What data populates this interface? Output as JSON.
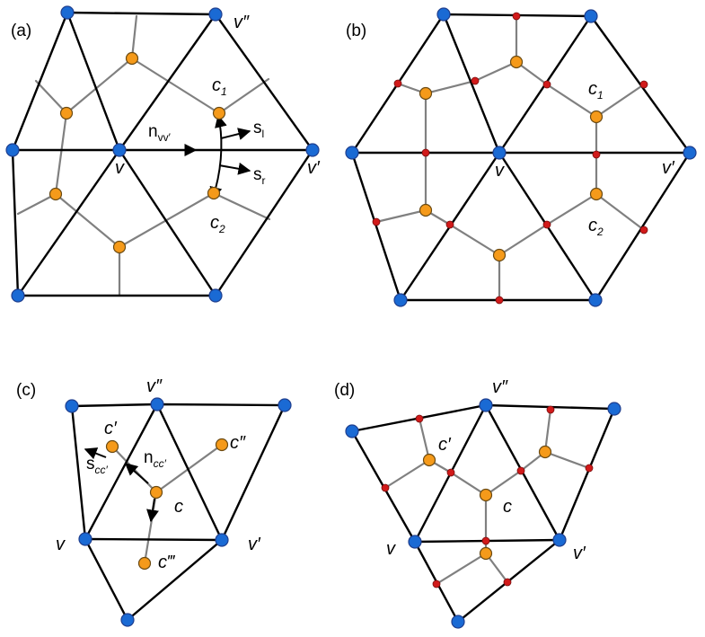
{
  "colors": {
    "vertex": "#1a6ad4",
    "centroid": "#f59a1a",
    "midpoint": "#d11a1a"
  },
  "panels": {
    "a": {
      "label": "(a)",
      "v": "v",
      "v_prime": "v′",
      "v_dprime": "v″",
      "c1": "c",
      "c1_sub": "1",
      "c2": "c",
      "c2_sub": "2",
      "n_main": "n",
      "n_sub": "vv′",
      "sl_main": "s",
      "sl_sub": "l",
      "sr_main": "s",
      "sr_sub": "r"
    },
    "b": {
      "label": "(b)",
      "v": "v",
      "v_prime": "v′",
      "c1": "c",
      "c1_sub": "1",
      "c2": "c",
      "c2_sub": "2"
    },
    "c": {
      "label": "(c)",
      "v": "v",
      "v_prime": "v′",
      "v_dprime": "v″",
      "c": "c",
      "c_prime": "c′",
      "c_dprime": "c″",
      "c_tprime": "c‴",
      "n_main": "n",
      "n_sub": "cc′",
      "s_main": "s",
      "s_sub": "cc′"
    },
    "d": {
      "label": "(d)",
      "v": "v",
      "v_prime": "v′",
      "v_dprime": "v″",
      "c": "c",
      "c_prime": "c′"
    }
  }
}
